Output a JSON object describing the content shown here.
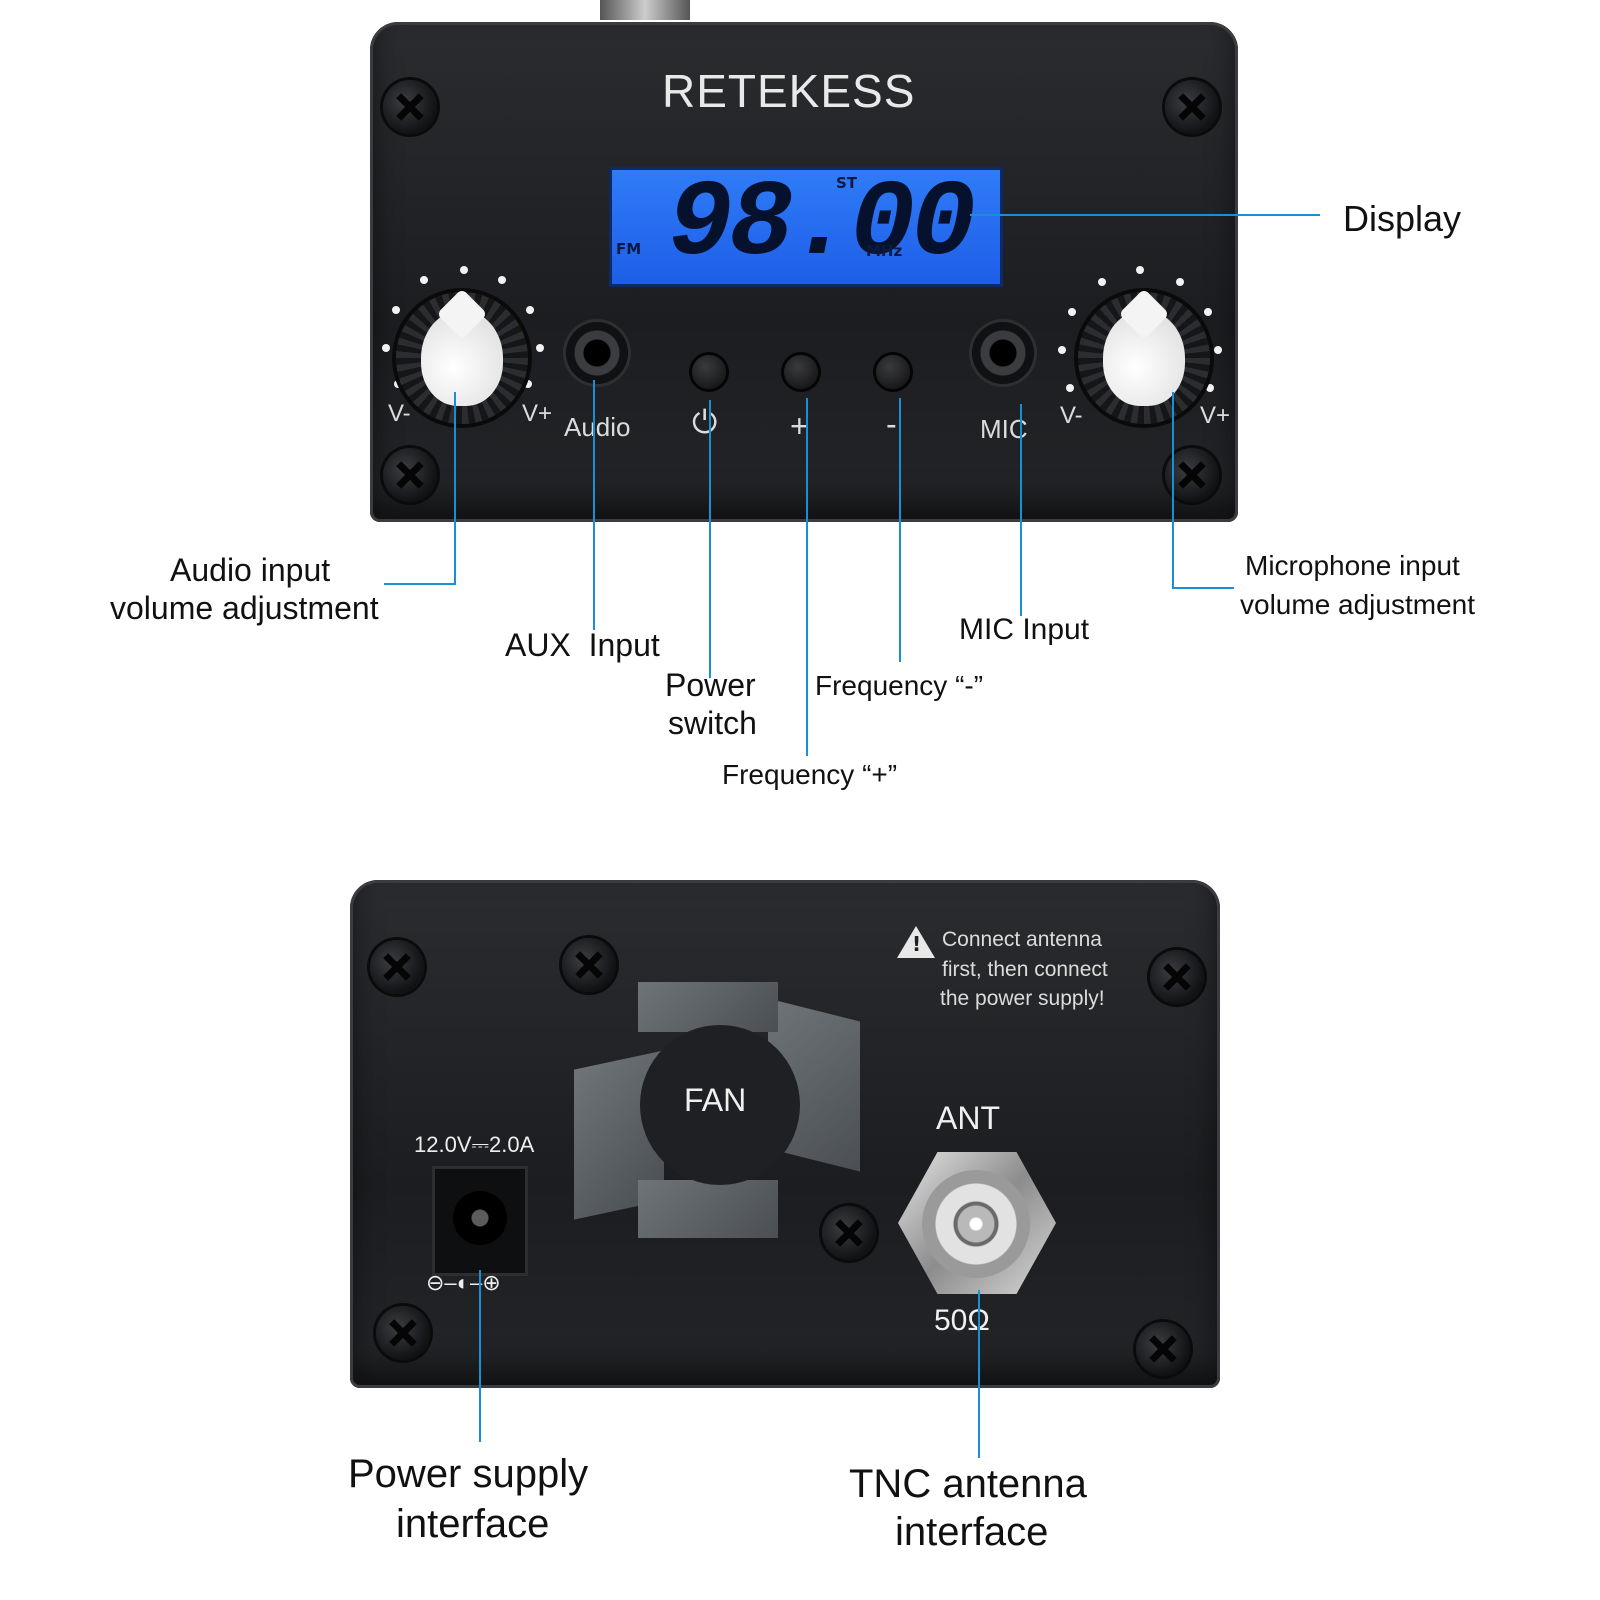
{
  "front_panel": {
    "brand": "RETEKESS",
    "display": {
      "stereo_indicator": "ST",
      "band": "FM",
      "frequency": "98.00",
      "unit": "MHz"
    },
    "labels": {
      "left_knob_min": "V-",
      "left_knob_max": "V+",
      "audio_jack": "Audio",
      "power": "⏻",
      "plus": "+",
      "minus": "-",
      "mic_jack": "MIC",
      "right_knob_min": "V-",
      "right_knob_max": "V+"
    }
  },
  "rear_panel": {
    "warning": [
      "Connect antenna",
      "first, then connect",
      "the power supply!"
    ],
    "fan": "FAN",
    "antenna": "ANT",
    "impedance": "50Ω",
    "power_rating": "12.0V⎓2.0A",
    "polarity": "⊖–◐–⊕"
  },
  "callouts": {
    "display": "Display",
    "audio_volume": [
      "Audio input",
      "volume adjustment"
    ],
    "aux_input": "AUX  Input",
    "power_switch": [
      "Power",
      "switch"
    ],
    "freq_minus": "Frequency “-”",
    "freq_plus": "Frequency “+”",
    "mic_input": "MIC Input",
    "mic_volume": [
      "Microphone input",
      "volume adjustment"
    ],
    "power_supply": [
      "Power supply",
      "interface"
    ],
    "tnc_antenna": [
      "TNC antenna",
      "interface"
    ]
  },
  "colors": {
    "leader_line": "#1a8fd6",
    "lcd": "#2f7cf7",
    "body": "#1f2023"
  }
}
